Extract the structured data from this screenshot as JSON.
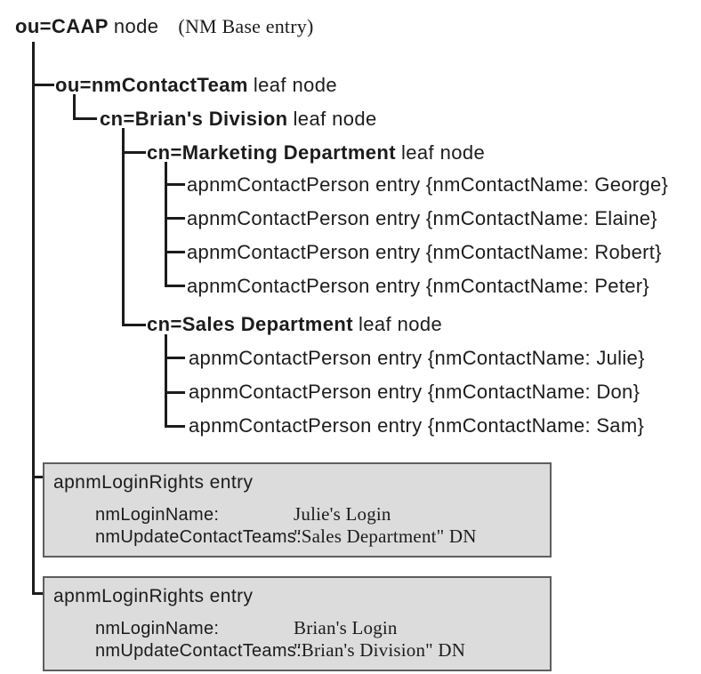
{
  "header": {
    "bold": "ou=CAAP",
    "plain": "node",
    "annotation": "(NM Base entry)"
  },
  "tree": {
    "contact_team": {
      "bold": "ou=nmContactTeam",
      "plain": "leaf node"
    },
    "brians_division": {
      "bold": "cn=Brian's Division",
      "plain": "leaf node"
    },
    "marketing": {
      "bold": "cn=Marketing Department",
      "plain": "leaf node",
      "children": [
        "apnmContactPerson entry {nmContactName: George}",
        "apnmContactPerson entry {nmContactName: Elaine}",
        "apnmContactPerson entry {nmContactName: Robert}",
        "apnmContactPerson entry {nmContactName: Peter}"
      ]
    },
    "sales": {
      "bold": "cn=Sales Department",
      "plain": "leaf node",
      "children": [
        "apnmContactPerson entry {nmContactName: Julie}",
        "apnmContactPerson entry {nmContactName: Don}",
        "apnmContactPerson entry {nmContactName: Sam}"
      ]
    }
  },
  "login_rights_boxes": [
    {
      "title": "apnmLoginRights entry",
      "fields": [
        {
          "label": "nmLoginName:",
          "value": "Julie's Login"
        },
        {
          "label": "nmUpdateContactTeams:",
          "value": "\"Sales Department\" DN"
        }
      ]
    },
    {
      "title": "apnmLoginRights entry",
      "fields": [
        {
          "label": "nmLoginName:",
          "value": "Brian's Login"
        },
        {
          "label": "nmUpdateContactTeams:",
          "value": "\"Brian's Division\" DN"
        }
      ]
    }
  ],
  "colors": {
    "background": "#ffffff",
    "ink": "#1c1c1c",
    "box_fill": "#dcdcdc",
    "box_border": "#5e5e5e"
  }
}
